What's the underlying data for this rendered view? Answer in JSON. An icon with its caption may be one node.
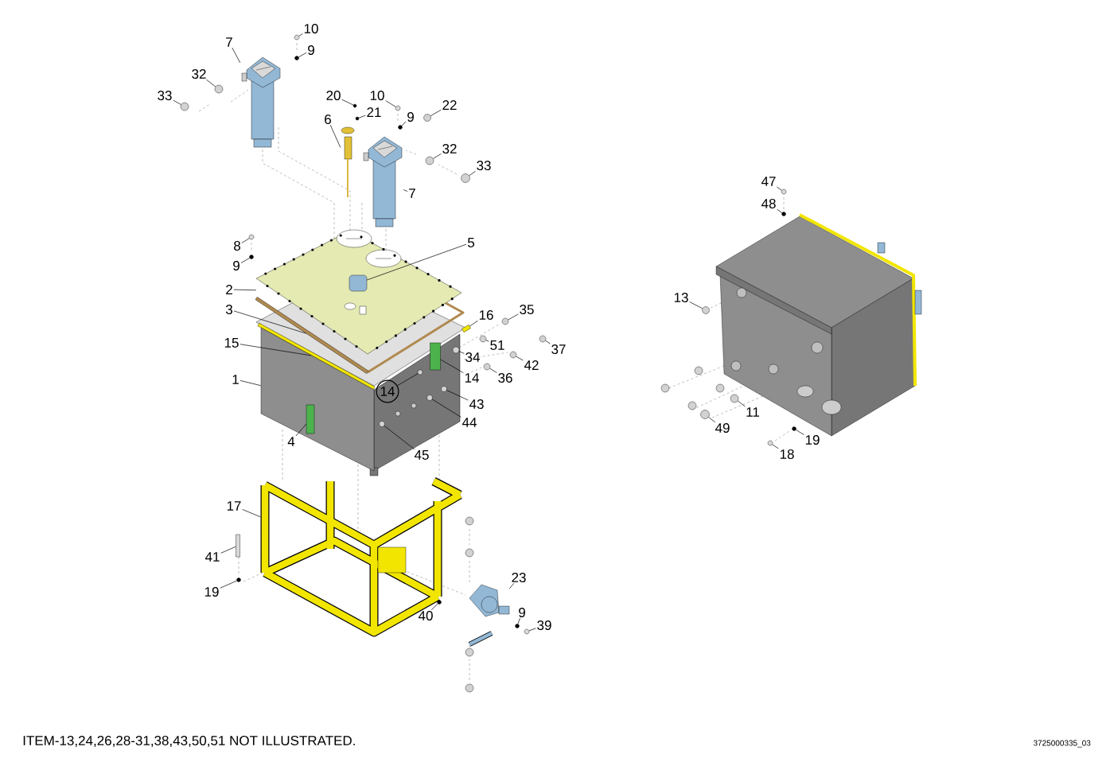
{
  "diagram": {
    "nodes": [
      {
        "text": [
          "7"
        ]
      },
      {
        "text": [
          "10"
        ]
      },
      {
        "text": [
          "9"
        ]
      },
      {
        "text": [
          "32"
        ]
      },
      {
        "text": [
          "33"
        ]
      },
      {
        "text": [
          "20"
        ]
      },
      {
        "text": [
          "10"
        ]
      },
      {
        "text": [
          "21"
        ]
      },
      {
        "text": [
          "9"
        ]
      },
      {
        "text": [
          "22"
        ]
      },
      {
        "text": [
          "6"
        ]
      },
      {
        "text": [
          "32"
        ]
      },
      {
        "text": [
          "33"
        ]
      },
      {
        "text": [
          "7"
        ]
      },
      {
        "text": [
          "8"
        ]
      },
      {
        "text": [
          "5"
        ]
      },
      {
        "text": [
          "9"
        ]
      },
      {
        "text": [
          "2"
        ]
      },
      {
        "text": [
          "3"
        ]
      },
      {
        "text": [
          "15"
        ]
      },
      {
        "text": [
          "16"
        ]
      },
      {
        "text": [
          "35"
        ]
      },
      {
        "text": [
          "51"
        ]
      },
      {
        "text": [
          "37"
        ]
      },
      {
        "text": [
          "34"
        ]
      },
      {
        "text": [
          "42"
        ]
      },
      {
        "text": [
          "14"
        ]
      },
      {
        "text": [
          "36"
        ]
      },
      {
        "text": [
          "14"
        ]
      },
      {
        "text": [
          "1"
        ]
      },
      {
        "text": [
          "43"
        ]
      },
      {
        "text": [
          "44"
        ]
      },
      {
        "text": [
          "4"
        ]
      },
      {
        "text": [
          "45"
        ]
      },
      {
        "text": [
          "17"
        ]
      },
      {
        "text": [
          "41"
        ]
      },
      {
        "text": [
          "19"
        ]
      },
      {
        "text": [
          "23"
        ]
      },
      {
        "text": [
          "40"
        ],
        "in": 82
      },
      {
        "text": [
          "9"
        ]
      },
      {
        "text": [
          "39"
        ]
      },
      {
        "text": [
          "47"
        ]
      },
      {
        "text": [
          "48"
        ]
      },
      {
        "text": [
          "13"
        ]
      },
      {
        "text": [
          "11"
        ]
      },
      {
        "text": [
          "49"
        ]
      },
      {
        "text": [
          "19"
        ]
      },
      {
        "text": [
          "18"
        ]
      },
      {
        "text": [],
        "shape": "picture"
      },
      {
        "text": [],
        "shape": "circle"
      },
      {
        "text": [],
        "shape": "circle"
      },
      {
        "text": [],
        "shape": "circle"
      },
      {
        "text": [],
        "shape": "circle"
      },
      {
        "text": [],
        "shape": "circle"
      },
      {
        "text": [],
        "shape": "circle"
      },
      {
        "text": [],
        "shape": "circle"
      },
      {
        "text": [],
        "shape": "circle"
      },
      {
        "text": [],
        "shape": "circle"
      },
      {
        "text": [],
        "shape": "picture"
      },
      {
        "text": [],
        "shape": "circle"
      },
      {
        "text": [],
        "shape": "circle"
      },
      {
        "text": [],
        "shape": "picture"
      },
      {
        "text": [],
        "shape": "circle"
      },
      {
        "text": [],
        "shape": "picture"
      },
      {
        "text": [],
        "shape": "circle"
      },
      {
        "text": [],
        "shape": "cylinder",
        "in": 63
      },
      {
        "text": [],
        "shape": "bar"
      },
      {
        "text": [],
        "shape": "bar"
      },
      {
        "text": [],
        "shape": "bar"
      },
      {
        "text": [],
        "shape": "circle"
      },
      {
        "text": [],
        "shape": "circle"
      },
      {
        "text": [],
        "shape": "circle"
      },
      {
        "text": [],
        "shape": "circle"
      },
      {
        "text": [],
        "shape": "circle"
      },
      {
        "text": [],
        "shape": "box"
      },
      {
        "text": [],
        "shape": "circle"
      },
      {
        "text": [],
        "shape": "circle"
      },
      {
        "text": [],
        "shape": "picture"
      },
      {
        "text": [],
        "shape": "circle"
      },
      {
        "text": [],
        "shape": "circle"
      },
      {
        "text": [],
        "shape": "box",
        "in": 77
      },
      {
        "text": [],
        "shape": "circle"
      },
      {
        "text": [],
        "shape": "picture"
      },
      {
        "text": [],
        "shape": "box"
      },
      {
        "text": [],
        "shape": "circle"
      },
      {
        "text": [],
        "shape": "picture"
      },
      {
        "text": [],
        "shape": "circle",
        "in": 82
      },
      {
        "text": [],
        "shape": "circle"
      },
      {
        "text": [],
        "shape": "circle"
      },
      {
        "text": [],
        "shape": "circle"
      },
      {
        "text": [],
        "shape": "circle"
      },
      {
        "text": [],
        "shape": "circle"
      },
      {
        "text": [],
        "shape": "circle"
      },
      {
        "text": [],
        "shape": "circle"
      },
      {
        "text": [],
        "shape": "circle"
      },
      {
        "text": [],
        "shape": "circle"
      }
    ],
    "edges": [
      {
        "from": 0,
        "to": 48,
        "arrow": "none"
      },
      {
        "from": 1,
        "to": 49,
        "arrow": "none"
      },
      {
        "from": 2,
        "to": 50,
        "arrow": "none"
      },
      {
        "from": 3,
        "to": 51,
        "arrow": "none"
      },
      {
        "from": 4,
        "to": 52,
        "arrow": "none"
      },
      {
        "from": 5,
        "to": 53,
        "arrow": "none"
      },
      {
        "from": 6,
        "to": 54,
        "arrow": "none"
      },
      {
        "from": 7,
        "to": 55,
        "arrow": "none"
      },
      {
        "from": 8,
        "to": 56,
        "arrow": "none"
      },
      {
        "from": 9,
        "to": 57,
        "arrow": "none"
      },
      {
        "from": 10,
        "to": 58,
        "arrow": "none"
      },
      {
        "from": 11,
        "to": 59,
        "arrow": "none"
      },
      {
        "from": 12,
        "to": 60,
        "arrow": "none"
      },
      {
        "from": 13,
        "to": 61,
        "arrow": "none"
      },
      {
        "from": 14,
        "to": 62,
        "arrow": "none"
      },
      {
        "from": 15,
        "to": 65,
        "arrow": "none"
      },
      {
        "from": 16,
        "to": 64,
        "arrow": "none"
      },
      {
        "from": 17,
        "to": 63,
        "arrow": "none"
      },
      {
        "from": 18,
        "to": 66,
        "arrow": "none"
      },
      {
        "from": 19,
        "to": 67,
        "arrow": "none"
      },
      {
        "from": 20,
        "to": 68,
        "arrow": "none"
      },
      {
        "from": 21,
        "to": 69,
        "arrow": "none"
      },
      {
        "from": 22,
        "to": 70,
        "arrow": "none"
      },
      {
        "from": 23,
        "to": 71,
        "arrow": "none"
      },
      {
        "from": 24,
        "to": 72,
        "arrow": "none"
      },
      {
        "from": 25,
        "to": 73,
        "arrow": "none"
      },
      {
        "from": 26,
        "to": 74,
        "arrow": "none"
      },
      {
        "from": 27,
        "to": 75,
        "arrow": "none"
      },
      {
        "from": 28,
        "to": 76,
        "arrow": "none"
      },
      {
        "from": 29,
        "to": 77,
        "arrow": "none"
      },
      {
        "from": 30,
        "to": 78,
        "arrow": "none"
      },
      {
        "from": 31,
        "to": 79,
        "arrow": "none"
      },
      {
        "from": 32,
        "to": 80,
        "arrow": "none"
      },
      {
        "from": 33,
        "to": 81,
        "arrow": "none"
      },
      {
        "from": 34,
        "to": 82,
        "arrow": "none"
      },
      {
        "from": 35,
        "to": 83,
        "arrow": "none"
      },
      {
        "from": 36,
        "to": 84,
        "arrow": "none"
      },
      {
        "from": 37,
        "to": 85,
        "arrow": "none"
      },
      {
        "from": 38,
        "to": 86,
        "arrow": "none"
      },
      {
        "from": 39,
        "to": 87,
        "arrow": "none"
      },
      {
        "from": 40,
        "to": 88,
        "arrow": "none"
      },
      {
        "from": 41,
        "to": 89,
        "arrow": "none"
      },
      {
        "from": 42,
        "to": 90,
        "arrow": "none"
      },
      {
        "from": 43,
        "to": 91,
        "arrow": "none"
      },
      {
        "from": 44,
        "to": 92,
        "arrow": "none"
      },
      {
        "from": 45,
        "to": 93,
        "arrow": "none"
      },
      {
        "from": 46,
        "to": 94,
        "arrow": "none"
      },
      {
        "from": 47,
        "to": 95,
        "arrow": "none"
      }
    ],
    "labels": [
      "ITEM-13,24,26,28-31,38,43,50,51 NOT ILLUSTRATED.",
      "3725000335_03"
    ]
  }
}
